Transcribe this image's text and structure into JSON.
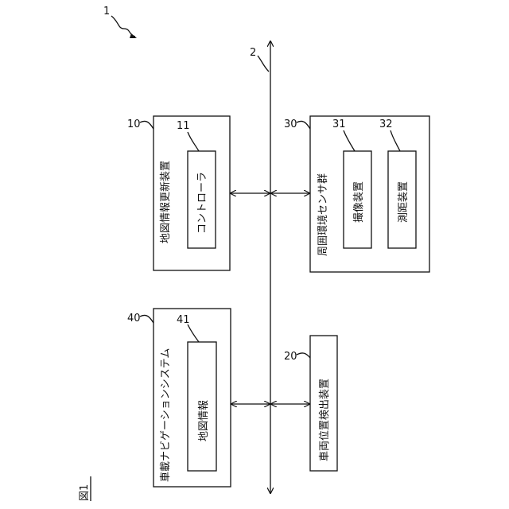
{
  "figure": {
    "label": "図1"
  },
  "refs": {
    "system": "1",
    "bus": "2",
    "map_update": "10",
    "controller": "11",
    "vehicle_position": "20",
    "sensor_group": "30",
    "imaging": "31",
    "ranging": "32",
    "navigation": "40",
    "map_info": "41"
  },
  "labels": {
    "map_update": "地図情報更新装置",
    "controller": "コントローラ",
    "vehicle_position": "車両位置検出装置",
    "sensor_group": "周囲環境センサ群",
    "imaging": "撮像装置",
    "ranging": "測距装置",
    "navigation": "車載ナビゲーションシステム",
    "map_info": "地図情報"
  }
}
